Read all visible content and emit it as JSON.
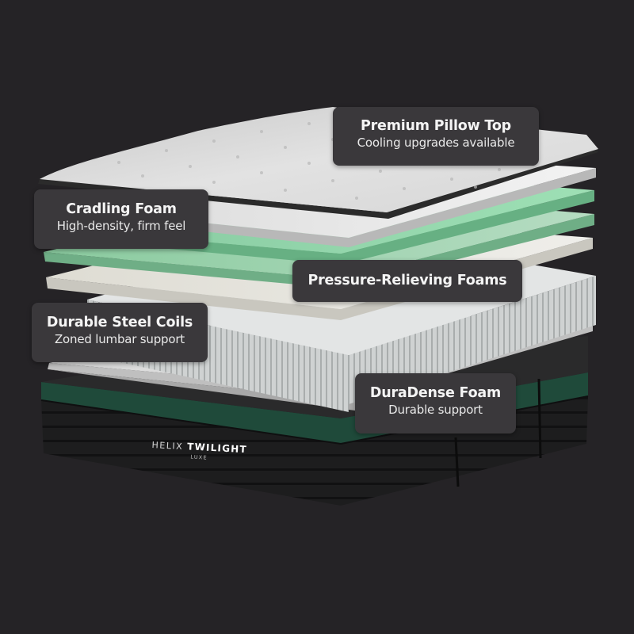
{
  "colors": {
    "background": "#252326",
    "callout_bg": "#3a383b",
    "callout_text": "#f4f4f4",
    "pillow_top": "#dcdcdc",
    "white_foam": "#ececec",
    "green_foam": "#8fd3a8",
    "cream_foam": "#e6e4dc",
    "coil": "#cfd1d1",
    "base_green": "#1f4a3a",
    "base_black": "#1c1c1d"
  },
  "callouts": [
    {
      "id": "premium-pillow-top",
      "title": "Premium Pillow Top",
      "subtitle": "Cooling upgrades available"
    },
    {
      "id": "cradling-foam",
      "title": "Cradling Foam",
      "subtitle": "High-density, firm feel"
    },
    {
      "id": "pressure-relieving-foams",
      "title": "Pressure-Relieving Foams",
      "subtitle": ""
    },
    {
      "id": "durable-steel-coils",
      "title": "Durable Steel Coils",
      "subtitle": "Zoned lumbar support"
    },
    {
      "id": "duradense-foam",
      "title": "DuraDense Foam",
      "subtitle": "Durable support"
    }
  ],
  "brand": {
    "name_light": "HELIX",
    "name_bold": "TWILIGHT",
    "line": "LUXE"
  },
  "layers": [
    "pillow-top",
    "white-foam",
    "green-foam-1",
    "green-foam-2",
    "cream-foam",
    "steel-coils",
    "duradense-foam",
    "base-cover"
  ]
}
